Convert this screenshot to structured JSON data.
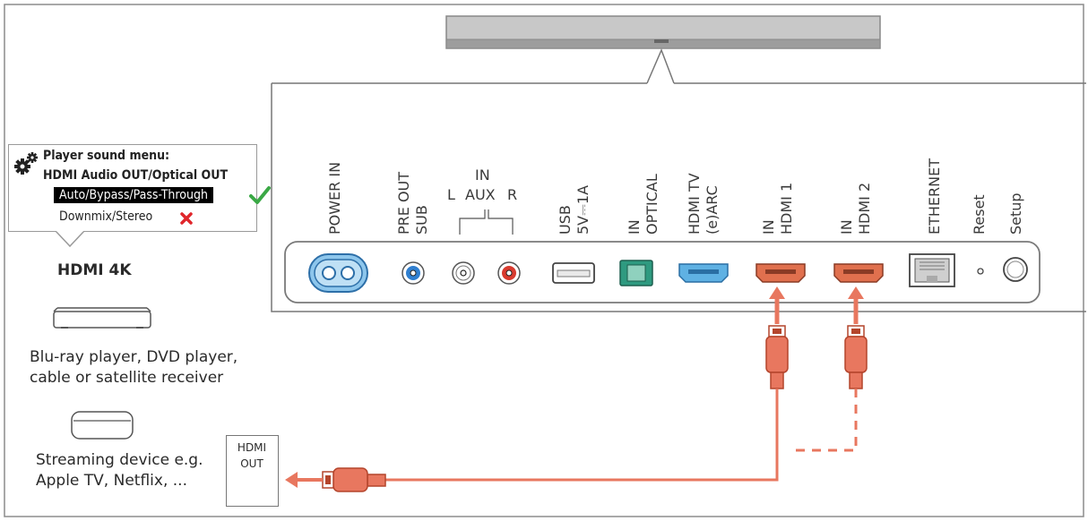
{
  "panel": {
    "power_in": "POWER IN",
    "pre_out_sub_line1": "PRE OUT",
    "pre_out_sub_line2": "SUB",
    "aux_in": "IN",
    "aux_l": "L",
    "aux_label": "AUX",
    "aux_r": "R",
    "usb_line1": "USB",
    "usb_line2": "5V⎓1A",
    "optical_line1": "IN",
    "optical_line2": "OPTICAL",
    "hdmi_tv_line1": "HDMI TV",
    "hdmi_tv_line2": "(e)ARC",
    "hdmi1_line1": "IN",
    "hdmi1_line2": "HDMI 1",
    "hdmi2_line1": "IN",
    "hdmi2_line2": "HDMI 2",
    "ethernet": "ETHERNET",
    "reset": "Reset",
    "setup": "Setup"
  },
  "menu": {
    "title": "Player sound menu:",
    "subtitle": "HDMI Audio OUT/Optical OUT",
    "option_ok": "Auto/Bypass/Pass-Through",
    "option_bad": "Downmix/Stereo",
    "icon": "gear-icon",
    "ok_icon": "check-icon",
    "bad_icon": "cross-icon"
  },
  "sources": {
    "hdmi_4k": "HDMI 4K",
    "bluray_line1": "Blu-ray player, DVD player,",
    "bluray_line2": "cable or satellite receiver",
    "streaming_line1": "Streaming device e.g.",
    "streaming_line2": "Apple TV, Netflix, ..."
  },
  "hdmi_out": {
    "line1": "HDMI",
    "line2": "OUT"
  },
  "colors": {
    "cable": "#e8775f",
    "check": "#3aa845",
    "cross": "#e0262b",
    "blue_port": "#2f7fd0",
    "red_port": "#d83a2e",
    "optical_port": "#2e9a80",
    "arc_port": "#5fb1e3",
    "hdmi_port": "#e0704e",
    "soundbar": "#c4c4c4"
  }
}
